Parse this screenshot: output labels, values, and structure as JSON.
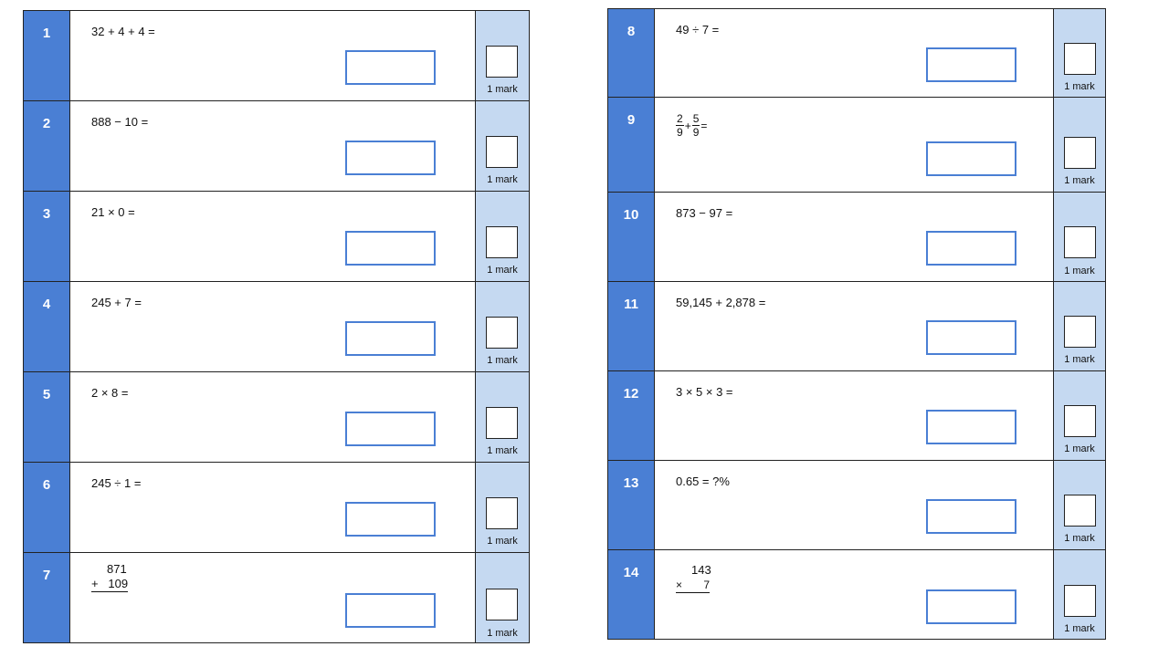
{
  "mark_label": "1 mark",
  "left_questions": [
    {
      "number": "1",
      "text": "32 + 4 + 4 ="
    },
    {
      "number": "2",
      "text": "888 − 10 ="
    },
    {
      "number": "3",
      "text": "21 × 0 ="
    },
    {
      "number": "4",
      "text": "245 + 7 ="
    },
    {
      "number": "5",
      "text": "2 × 8 ="
    },
    {
      "number": "6",
      "text": "245 ÷ 1 ="
    },
    {
      "number": "7",
      "top": "871",
      "bottom": "+   109"
    }
  ],
  "right_questions": [
    {
      "number": "8",
      "text": "49 ÷ 7 ="
    },
    {
      "number": "9",
      "frac1_num": "2",
      "frac1_den": "9",
      "op": "+",
      "frac2_num": "5",
      "frac2_den": "9",
      "equals": "="
    },
    {
      "number": "10",
      "text": "873 − 97 ="
    },
    {
      "number": "11",
      "text": "59,145 + 2,878 ="
    },
    {
      "number": "12",
      "text": "3 × 5 × 3 ="
    },
    {
      "number": "13",
      "text": "0.65 = ?%"
    },
    {
      "number": "14",
      "top": "143",
      "bottom": "×       7"
    }
  ],
  "colors": {
    "number_band": "#4a7fd4",
    "mark_column": "#c5d9f1",
    "answer_border": "#4a7fd4"
  }
}
